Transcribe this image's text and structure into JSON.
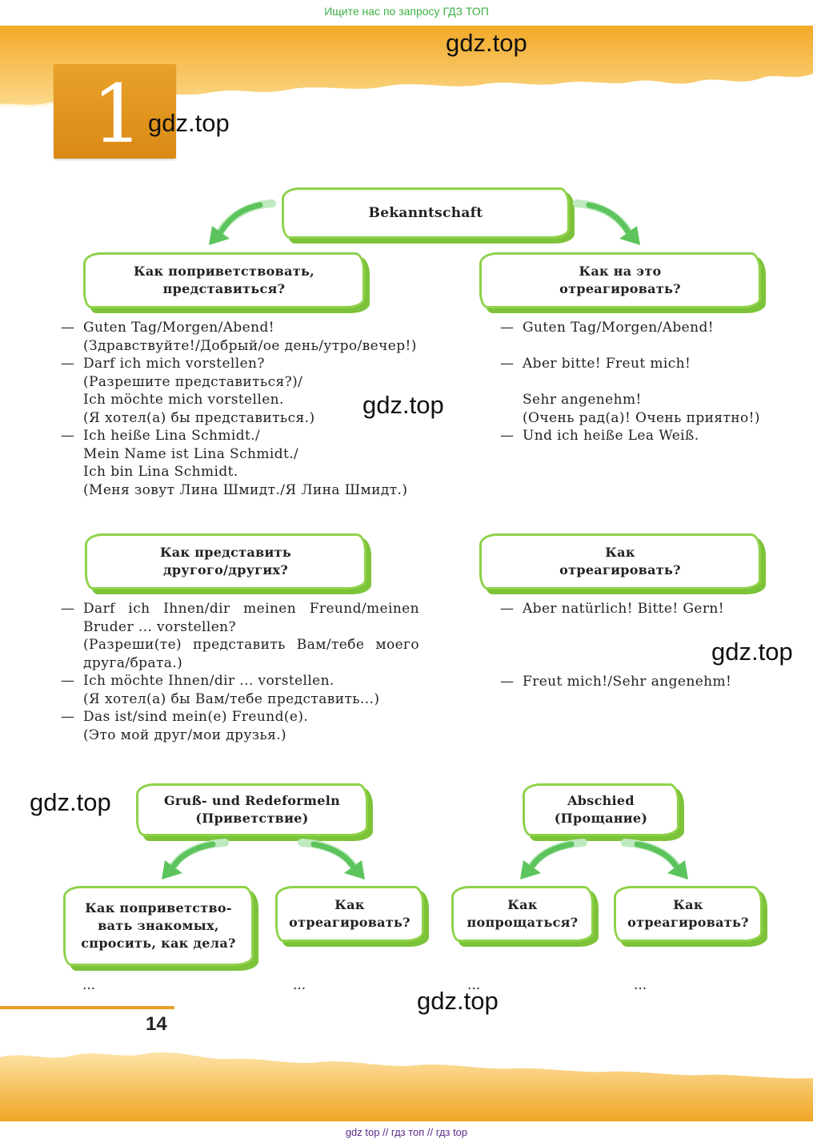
{
  "header": {
    "search_hint": "Ищите нас по запросу ГДЗ ТОП"
  },
  "chapter": {
    "number": "1"
  },
  "watermarks": [
    "gdz.top",
    "gdz.top",
    "gdz.top",
    "gdz.top",
    "gdz.top",
    "gdz.top"
  ],
  "diagram1": {
    "root": "Bekanntschaft",
    "left_box": "Как поприветствовать,\nпредставиться?",
    "right_box": "Как на это\nотреагировать?",
    "left_items": [
      "Guten Tag/Morgen/Abend!",
      "(Здравствуйте!/Добрый/ое день/утро/вечер!)",
      "Darf ich mich vorstellen?",
      "(Разрешите представиться?)/",
      "Ich möchte mich vorstellen.",
      "(Я хотел(а) бы представиться.)",
      "Ich heiße Lina Schmidt./",
      "Mein Name ist Lina Schmidt./",
      "Ich bin Lina Schmidt.",
      "(Меня зовут Лина Шмидт./Я Лина Шмидт.)"
    ],
    "right_items": [
      "Guten Tag/Morgen/Abend!",
      "Aber bitte! Freut mich!",
      "Sehr angenehm!",
      "(Очень рад(а)! Очень приятно!)",
      "Und ich heiße Lea Weiß."
    ]
  },
  "diagram2": {
    "left_box": "Как представить\nдругого/других?",
    "right_box": "Как\nотреагировать?",
    "left_items": [
      "Darf ich Ihnen/dir meinen Freund/meinen",
      "Bruder ... vorstellen?",
      "(Разреши(те) представить Вам/тебе моего",
      "друга/брата.)",
      "Ich möchte Ihnen/dir ... vorstellen.",
      "(Я хотел(а) бы Вам/тебе представить...)",
      "Das ist/sind mein(e) Freund(e).",
      "(Это мой друг/мои друзья.)"
    ],
    "right_items": [
      "Aber natürlich! Bitte! Gern!",
      "Freut mich!/Sehr angenehm!"
    ]
  },
  "diagram3": {
    "greet_box": "Gruß- und Redeformeln\n(Приветствие)",
    "farewell_box": "Abschied\n(Прощание)",
    "sub1": "Как поприветство-\nвать знакомых,\nспросить, как дела?",
    "sub2": "Как\nотреагировать?",
    "sub3": "Как\nпопрощаться?",
    "sub4": "Как\nотреагировать?",
    "ellipsis": "..."
  },
  "page": {
    "number": "14"
  },
  "footer": {
    "text": "gdz top  //  гдз топ  //  гдз top"
  },
  "colors": {
    "band": "#f2b33d",
    "box_border": "#8ed24a",
    "arrow": "#5cc45c",
    "chapter": "#e29a1f"
  }
}
